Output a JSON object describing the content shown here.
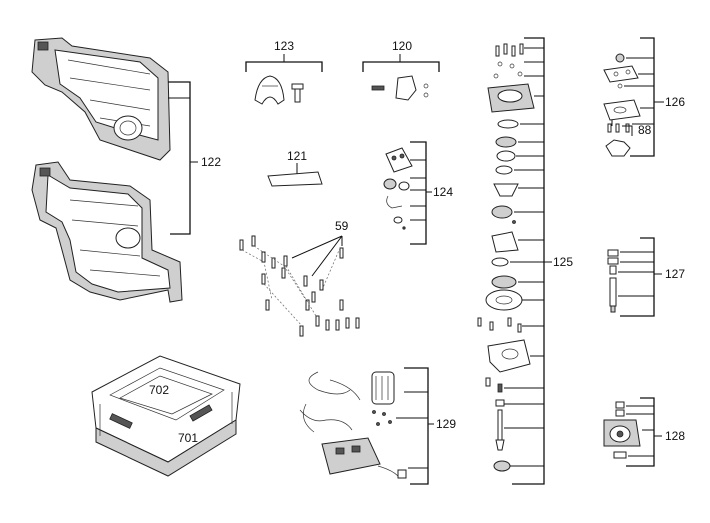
{
  "labels": {
    "p122": "122",
    "p123": "123",
    "p120": "120",
    "p121": "121",
    "p124": "124",
    "p59": "59",
    "p125": "125",
    "p126": "126",
    "p88": "88",
    "p127": "127",
    "p128": "128",
    "p129": "129",
    "p701": "701",
    "p702": "702"
  }
}
